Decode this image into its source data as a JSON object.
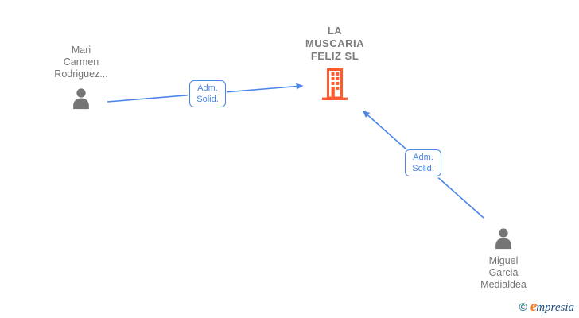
{
  "colors": {
    "edge_blue": "#4a86e8",
    "building_orange": "#ff5a2b",
    "person_gray": "#757575",
    "company_text_gray": "#7b7b7b",
    "logo_copyright_teal": "#2e7f8e",
    "logo_initial_orange": "#f47b20",
    "logo_text_navy": "#1f4e79"
  },
  "company": {
    "name_lines": [
      "LA",
      "MUSCARIA",
      "FELIZ  SL"
    ]
  },
  "persons": [
    {
      "name_lines": [
        "Mari",
        "Carmen",
        "Rodriguez..."
      ]
    },
    {
      "name_lines": [
        "Miguel",
        "Garcia",
        "Medialdea"
      ]
    }
  ],
  "edges": [
    {
      "from": "Mari Carmen Rodriguez...",
      "to": "LA MUSCARIA FELIZ SL",
      "label_lines": [
        "Adm.",
        "Solid."
      ]
    },
    {
      "from": "Miguel Garcia Medialdea",
      "to": "LA MUSCARIA FELIZ SL",
      "label_lines": [
        "Adm.",
        "Solid."
      ]
    }
  ],
  "footer": {
    "copyright_symbol": "©",
    "brand_initial": "e",
    "brand_rest": "mpresia"
  }
}
